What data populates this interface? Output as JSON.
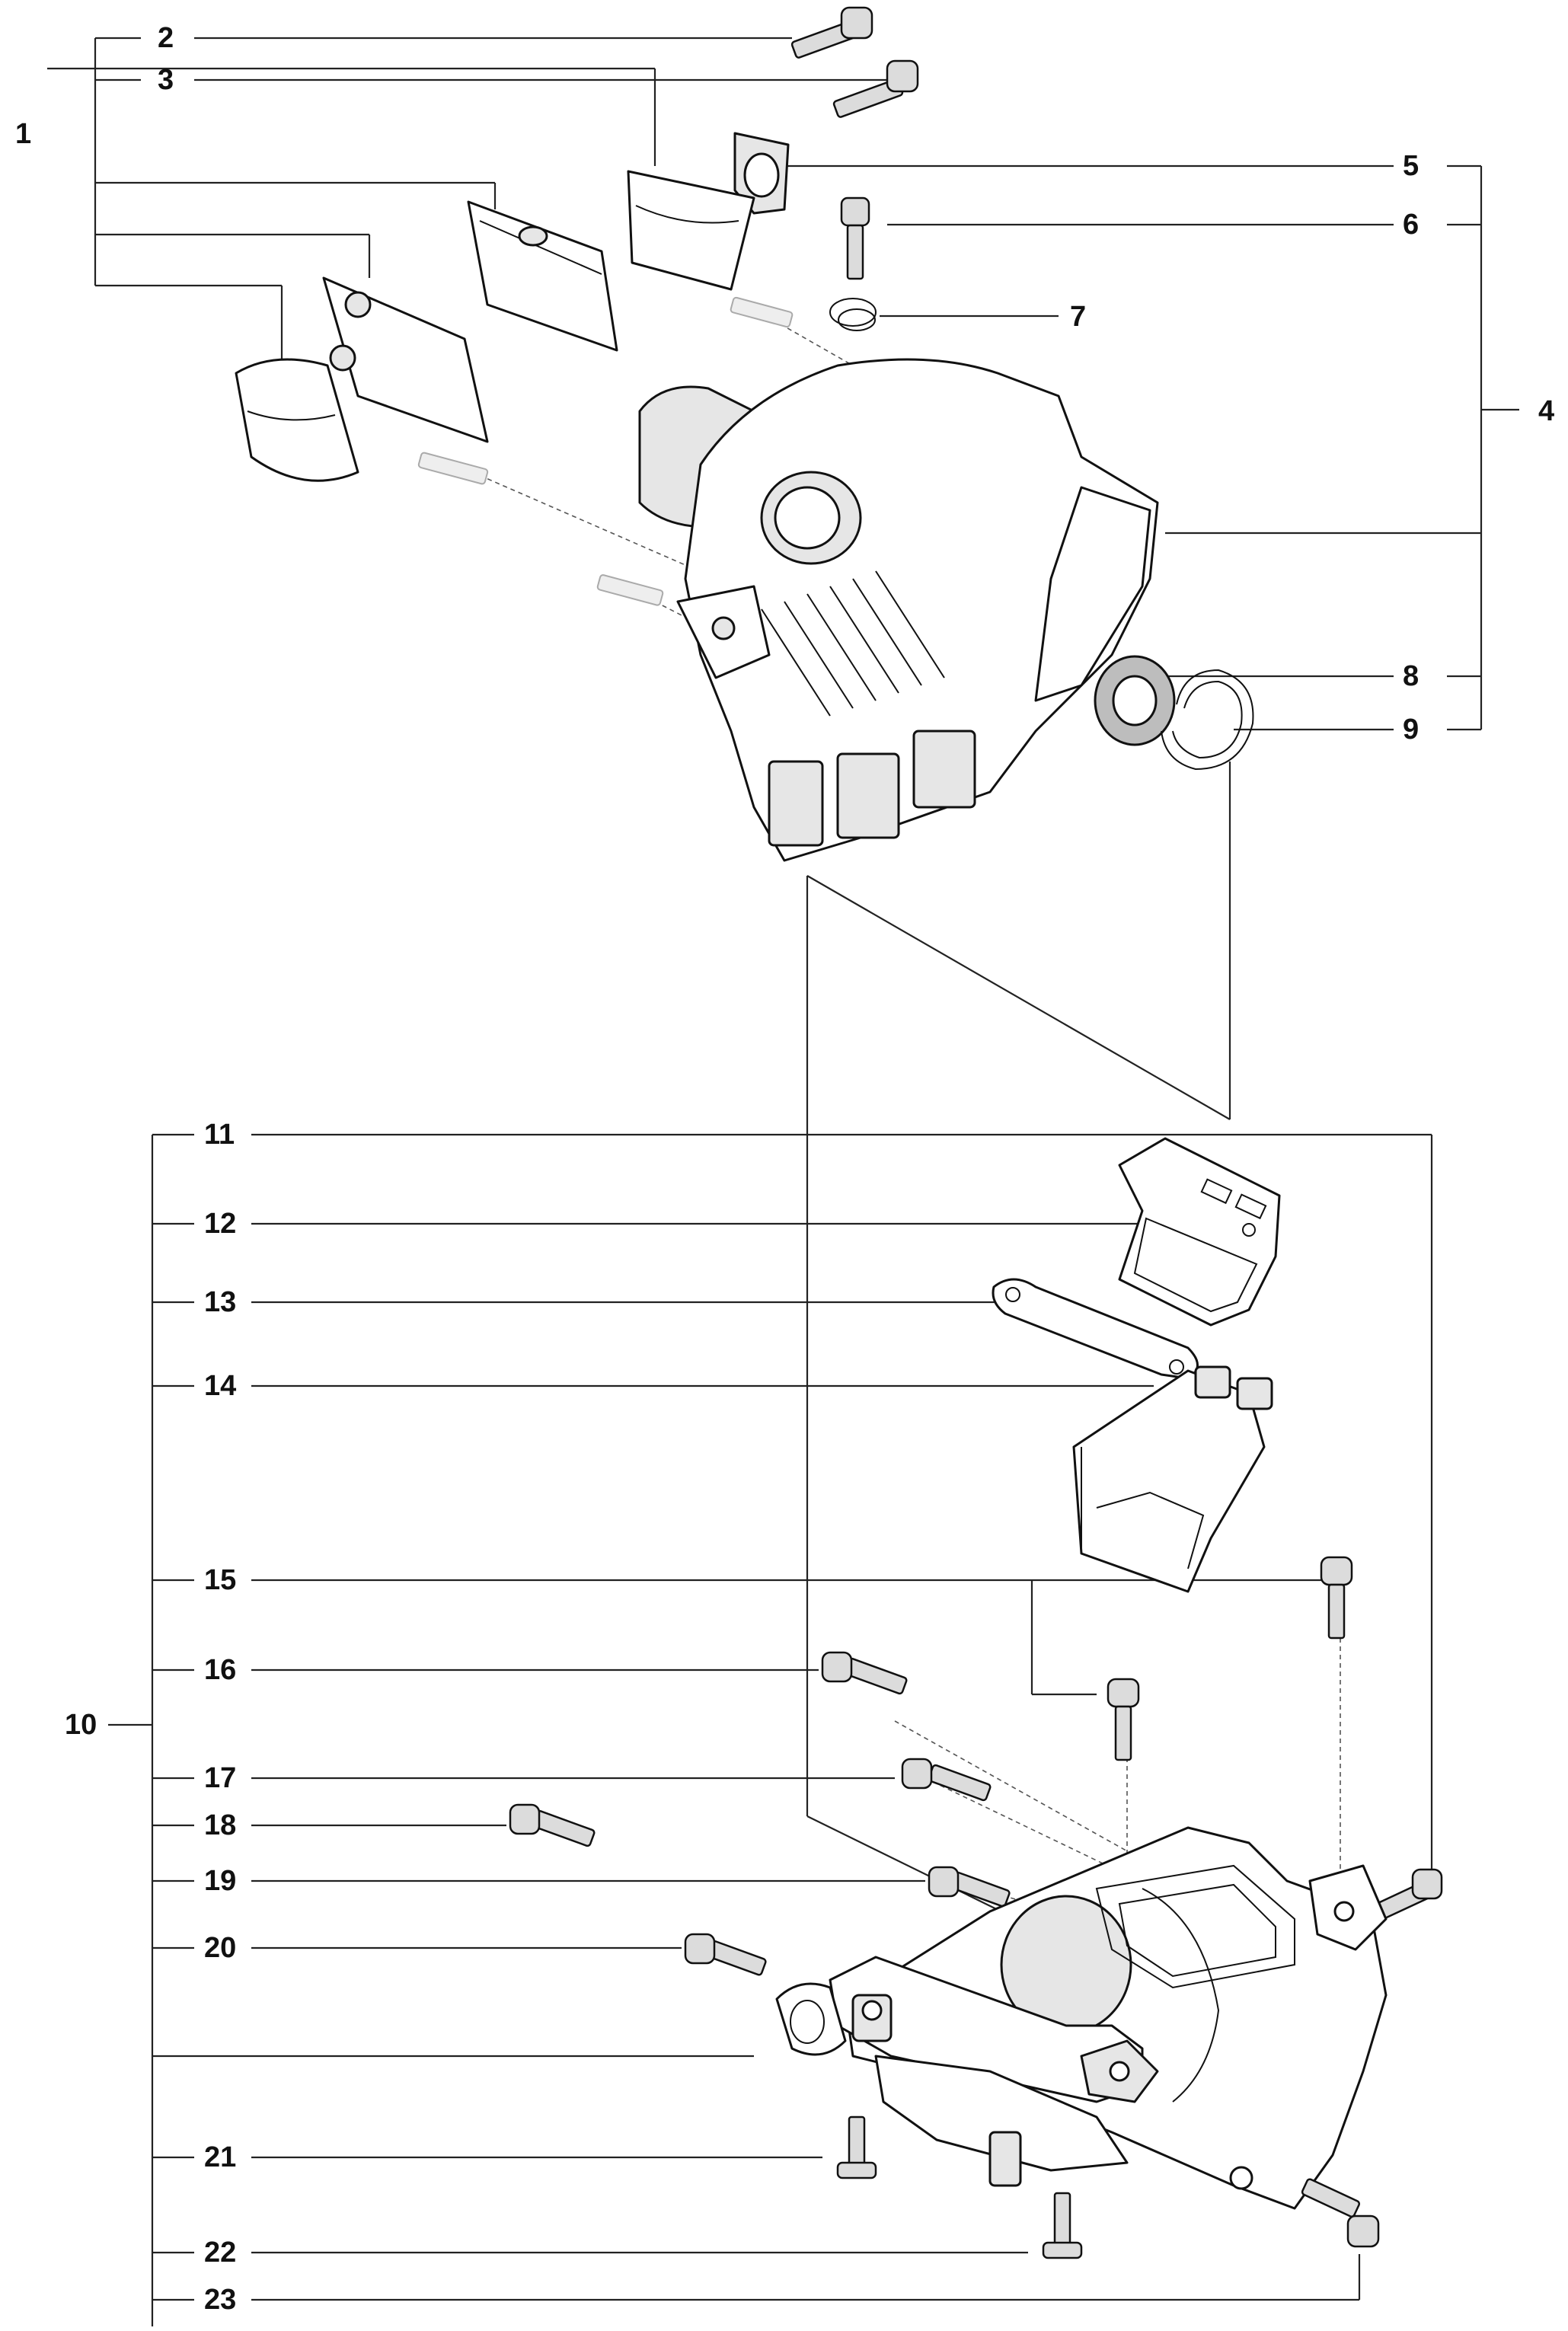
{
  "labels": [
    {
      "id": "1",
      "text": "1"
    },
    {
      "id": "2",
      "text": "2"
    },
    {
      "id": "3",
      "text": "3"
    },
    {
      "id": "4",
      "text": "4"
    },
    {
      "id": "5",
      "text": "5"
    },
    {
      "id": "6",
      "text": "6"
    },
    {
      "id": "7",
      "text": "7"
    },
    {
      "id": "8",
      "text": "8"
    },
    {
      "id": "9",
      "text": "9"
    },
    {
      "id": "10",
      "text": "10"
    },
    {
      "id": "11",
      "text": "11"
    },
    {
      "id": "12",
      "text": "12"
    },
    {
      "id": "13",
      "text": "13"
    },
    {
      "id": "14",
      "text": "14"
    },
    {
      "id": "15",
      "text": "15"
    },
    {
      "id": "16",
      "text": "16"
    },
    {
      "id": "17",
      "text": "17"
    },
    {
      "id": "18",
      "text": "18"
    },
    {
      "id": "19",
      "text": "19"
    },
    {
      "id": "20",
      "text": "20"
    },
    {
      "id": "21",
      "text": "21"
    },
    {
      "id": "22",
      "text": "22"
    },
    {
      "id": "23",
      "text": "23"
    }
  ],
  "colors": {
    "line": "#111111",
    "fill": "#ffffff",
    "shade": "#e6e6e6",
    "dark": "#bdbdbd"
  }
}
